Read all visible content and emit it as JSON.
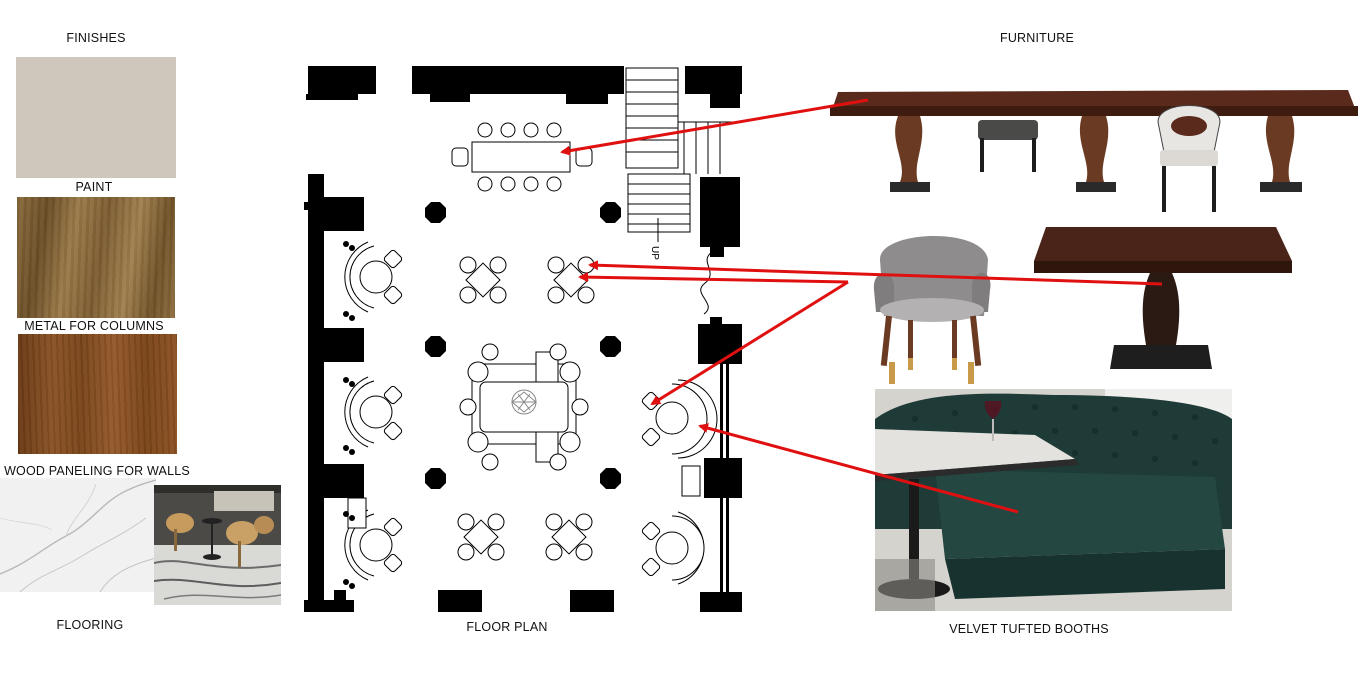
{
  "labels": {
    "finishes": "FINISHES",
    "paint": "PAINT",
    "metal": "METAL FOR COLUMNS",
    "wood": "WOOD PANELING FOR WALLS",
    "flooring": "FLOORING",
    "floor_plan": "FLOOR PLAN",
    "furniture": "FURNITURE",
    "booths": "VELVET TUFTED BOOTHS"
  },
  "plan_text": {
    "stair": "UP"
  },
  "colors": {
    "paint": "#cfc7bb",
    "metal": "#80612f",
    "wood": "#7e4a1d",
    "arrow": "#e01010",
    "velvet": "#1e3b37",
    "table_wood": "#5a2b1c"
  }
}
